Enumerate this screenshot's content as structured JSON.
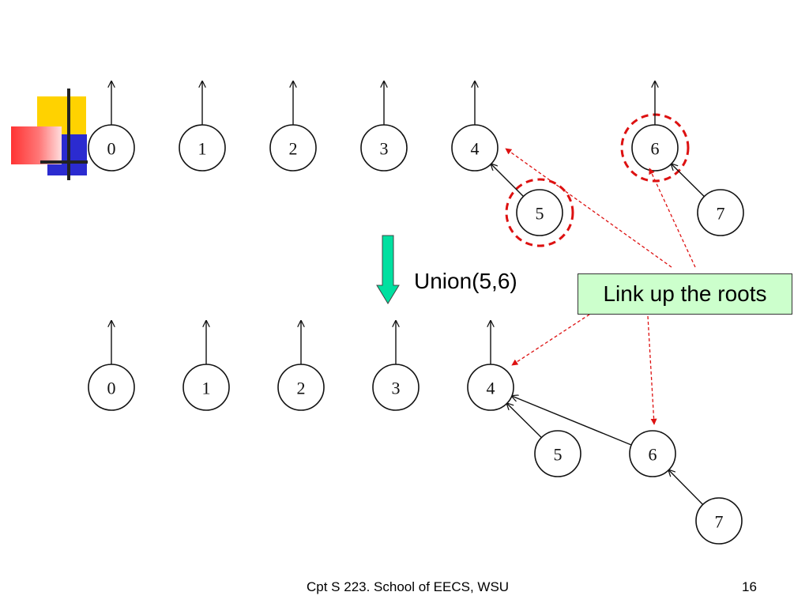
{
  "diagram": {
    "before": [
      {
        "id": "0",
        "label": "0"
      },
      {
        "id": "1",
        "label": "1"
      },
      {
        "id": "2",
        "label": "2"
      },
      {
        "id": "3",
        "label": "3"
      },
      {
        "id": "4",
        "label": "4"
      },
      {
        "id": "5",
        "label": "5",
        "parent": "4"
      },
      {
        "id": "6",
        "label": "6"
      },
      {
        "id": "7",
        "label": "7",
        "parent": "6"
      }
    ],
    "after": [
      {
        "id": "0",
        "label": "0"
      },
      {
        "id": "1",
        "label": "1"
      },
      {
        "id": "2",
        "label": "2"
      },
      {
        "id": "3",
        "label": "3"
      },
      {
        "id": "4",
        "label": "4"
      },
      {
        "id": "5",
        "label": "5",
        "parent": "4"
      },
      {
        "id": "6",
        "label": "6",
        "parent": "4"
      },
      {
        "id": "7",
        "label": "7",
        "parent": "6"
      }
    ],
    "highlighted_nodes": [
      "5",
      "6"
    ],
    "accent_color": "#dd1111",
    "arrow_color": "#00e0a0"
  },
  "operation_label": "Union(5,6)",
  "callout": {
    "text": "Link up the roots",
    "background": "#ccffcc"
  },
  "footer": {
    "text": "Cpt S 223. School of EECS, WSU",
    "page": "16"
  }
}
